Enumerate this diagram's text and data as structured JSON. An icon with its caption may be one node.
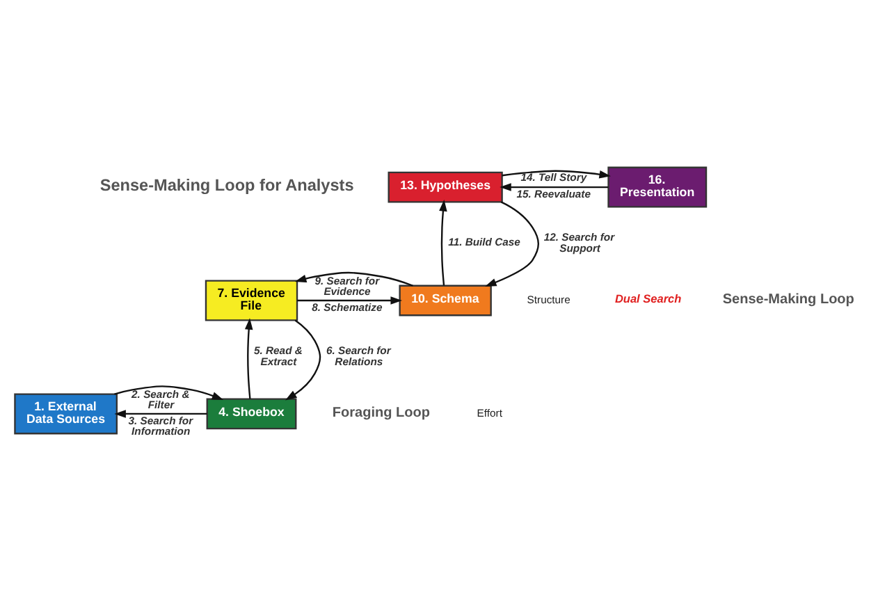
{
  "diagram": {
    "nodes": [
      {
        "text": [
          "1. External Data Sources"
        ]
      },
      {
        "text": [
          "4. Shoebox"
        ]
      },
      {
        "text": [
          "7. Evidence File"
        ]
      },
      {
        "text": [
          "10. Schema"
        ]
      },
      {
        "text": [
          "13. Hypotheses"
        ]
      },
      {
        "text": [
          "16. Presentation"
        ]
      }
    ],
    "edges": [
      {
        "from": 0,
        "to": 1,
        "label": "2. Search & Filter",
        "arrow": "to"
      },
      {
        "from": 1,
        "to": 0,
        "label": "3. Search for Information",
        "arrow": "to"
      },
      {
        "from": 1,
        "to": 2,
        "label": "5. Read & Extract",
        "arrow": "to"
      },
      {
        "from": 2,
        "to": 1,
        "label": "6. Search for Relations",
        "arrow": "to"
      },
      {
        "from": 2,
        "to": 3,
        "label": "8. Schematize",
        "arrow": "to"
      },
      {
        "from": 3,
        "to": 2,
        "label": "9. Search for Evidence",
        "arrow": "to"
      },
      {
        "from": 3,
        "to": 4,
        "label": "11. Build Case",
        "arrow": "to"
      },
      {
        "from": 4,
        "to": 3,
        "label": "12. Search for Support",
        "arrow": "to"
      },
      {
        "from": 4,
        "to": 5,
        "label": "14. Tell Story",
        "arrow": "to"
      },
      {
        "from": 5,
        "to": 4,
        "label": "15. Reevaluate",
        "arrow": "to"
      }
    ],
    "labels": [
      "Sense-Making Loop for Analysts",
      "Dual Search",
      "Sense-Making Loop",
      "Foraging Loop",
      "Structure",
      "Effort"
    ]
  }
}
